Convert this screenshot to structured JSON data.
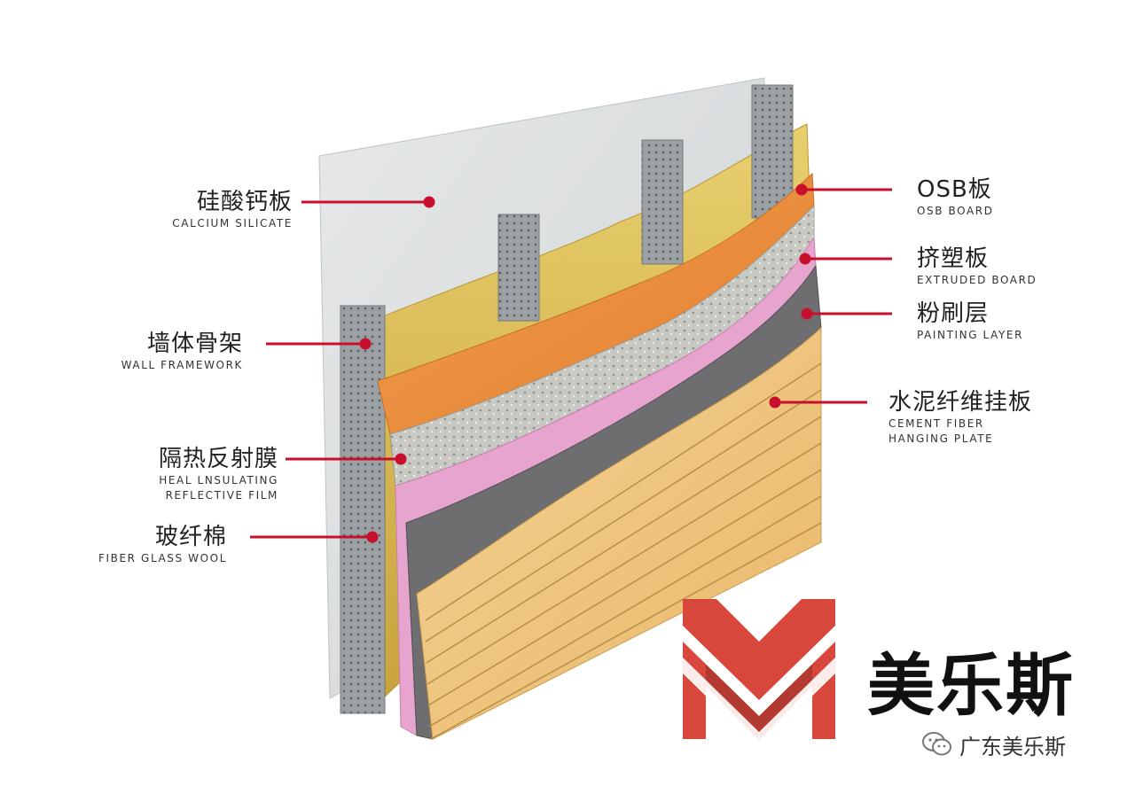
{
  "labels": {
    "calcium_silicate": {
      "zh": "硅酸钙板",
      "en": "CALCIUM SILICATE"
    },
    "wall_framework": {
      "zh": "墙体骨架",
      "en": "WALL FRAMEWORK"
    },
    "reflective_film": {
      "zh": "隔热反射膜",
      "en_line1": "HEAL LNSULATING",
      "en_line2": "REFLECTIVE FILM"
    },
    "fiber_glass_wool": {
      "zh": "玻纤棉",
      "en": "FIBER GLASS WOOL"
    },
    "osb_board": {
      "zh": "OSB板",
      "en": "OSB BOARD"
    },
    "extruded_board": {
      "zh": "挤塑板",
      "en": "EXTRUDED BOARD"
    },
    "painting_layer": {
      "zh": "粉刷层",
      "en": "PAINTING LAYER"
    },
    "cement_fiber_plate": {
      "zh": "水泥纤维挂板",
      "en_line1": "CEMENT FIBER",
      "en_line2": "HANGING PLATE"
    }
  },
  "brand": {
    "name": "美乐斯",
    "wechat_account": "广东美乐斯",
    "logo_color": "#d8473c",
    "logo_dark": "#b33a30"
  },
  "colors": {
    "callout_line": "#c8102e",
    "calcium_silicate": "#dcdfe0",
    "osb": "#e98a3c",
    "extruded": "#e6a0cc",
    "painting": "#6e6e70",
    "cement_plate": "#efc57e",
    "glass_wool": "#d9b850"
  },
  "icons": {
    "wechat": "wechat-icon",
    "logo": "meilesi-logo"
  }
}
